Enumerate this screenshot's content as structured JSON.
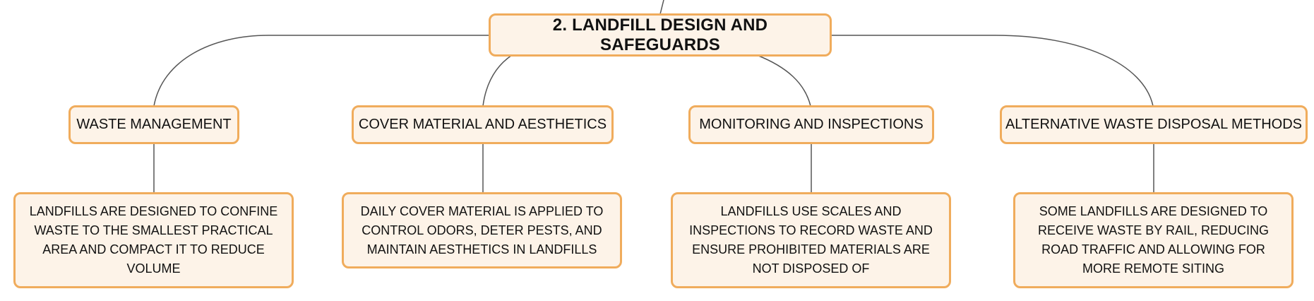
{
  "diagram": {
    "root": {
      "label": "2. LANDFILL DESIGN AND SAFEGUARDS"
    },
    "branches": [
      {
        "label": "WASTE MANAGEMENT",
        "detail": "LANDFILLS ARE DESIGNED TO CONFINE WASTE TO THE SMALLEST PRACTICAL AREA AND COMPACT IT TO REDUCE VOLUME"
      },
      {
        "label": "COVER MATERIAL AND AESTHETICS",
        "detail": "DAILY COVER MATERIAL IS APPLIED TO CONTROL ODORS, DETER PESTS, AND MAINTAIN AESTHETICS IN LANDFILLS"
      },
      {
        "label": "MONITORING AND INSPECTIONS",
        "detail": "LANDFILLS USE SCALES AND INSPECTIONS TO RECORD WASTE AND ENSURE PROHIBITED MATERIALS ARE NOT DISPOSED OF"
      },
      {
        "label": "ALTERNATIVE WASTE DISPOSAL METHODS",
        "detail": "SOME LANDFILLS ARE DESIGNED TO RECEIVE WASTE BY RAIL, REDUCING ROAD TRAFFIC AND ALLOWING FOR MORE REMOTE SITING"
      }
    ],
    "colors": {
      "node_fill": "#fdf3e8",
      "node_border": "#f0ac5c",
      "connector": "#555555",
      "text": "#111111"
    }
  }
}
